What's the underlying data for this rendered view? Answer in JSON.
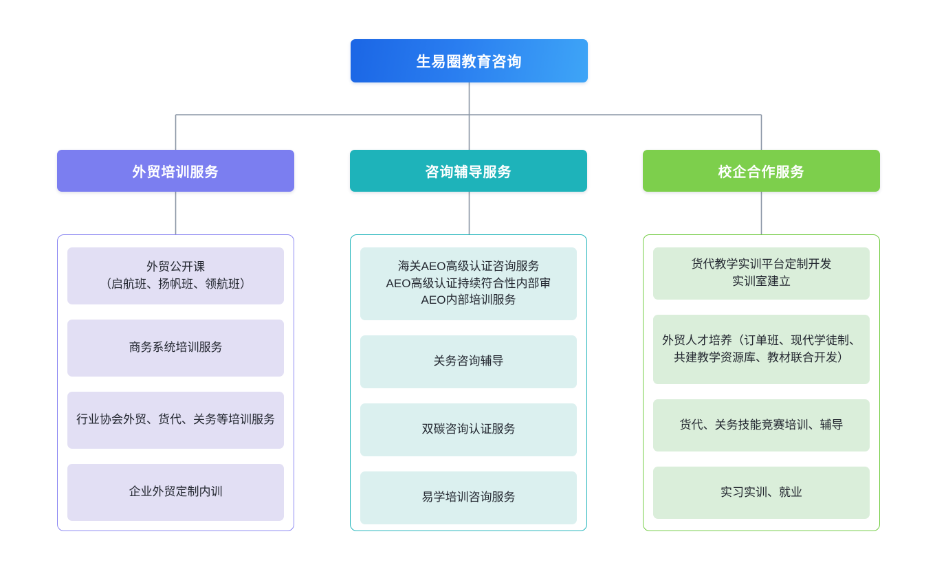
{
  "root": {
    "title": "生易圈教育咨询",
    "color": "#1b66e5",
    "color_end": "#3ea5f7"
  },
  "connector": {
    "color": "#8a95a5"
  },
  "columns": [
    {
      "key": "training",
      "header": "外贸培训服务",
      "header_color": "#7b7ef0",
      "border_color": "#8b87f2",
      "card_color": "#e2dff4",
      "items": [
        "外贸公开课\n（启航班、扬帆班、领航班）",
        "商务系统培训服务",
        "行业协会外贸、货代、关务等培训服务",
        "企业外贸定制内训"
      ]
    },
    {
      "key": "consulting",
      "header": "咨询辅导服务",
      "header_color": "#1eb3ba",
      "border_color": "#22b5bb",
      "card_color": "#dbf0ef",
      "items": [
        "海关AEO高级认证咨询服务\nAEO高级认证持续符合性内部审\nAEO内部培训服务",
        "关务咨询辅导",
        "双碳咨询认证服务",
        "易学培训咨询服务"
      ]
    },
    {
      "key": "school-enterprise",
      "header": "校企合作服务",
      "header_color": "#7dcf4c",
      "border_color": "#73cc44",
      "card_color": "#daeeda",
      "items": [
        "货代教学实训平台定制开发\n实训室建立",
        "外贸人才培养（订单班、现代学徒制、共建教学资源库、教材联合开发）",
        "货代、关务技能竞赛培训、辅导",
        "实习实训、就业"
      ]
    }
  ]
}
